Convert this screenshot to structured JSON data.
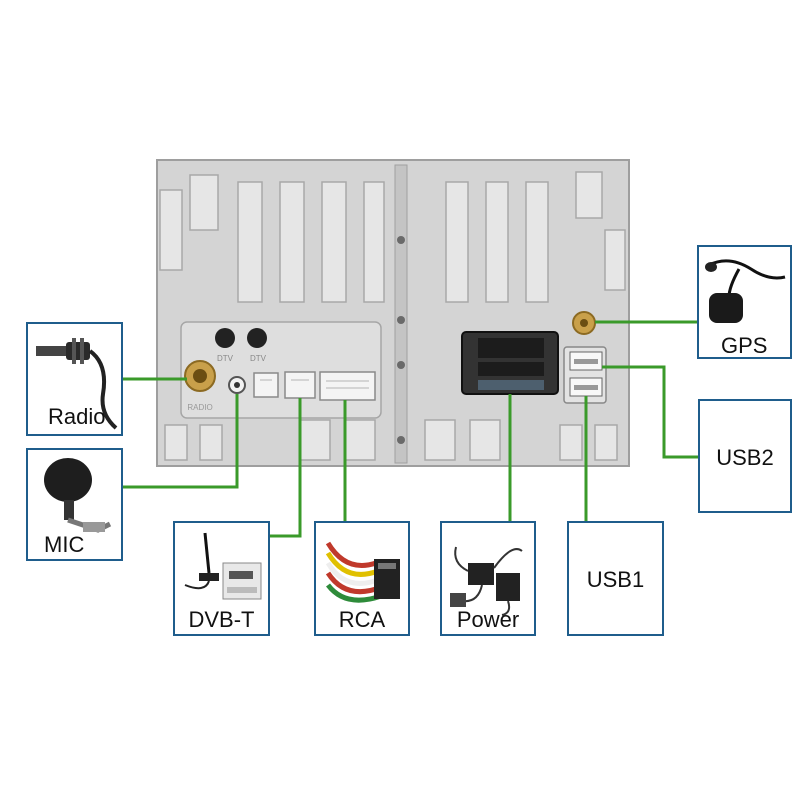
{
  "colors": {
    "line": "#3a9a2a",
    "box_border": "#1f5d8c",
    "panel": "#d6d6d6",
    "panel_dark": "#a9a9a9"
  },
  "panel": {
    "dtv_label_1": "DTV",
    "dtv_label_2": "DTV",
    "radio_port_label": "RADIO"
  },
  "components": {
    "radio": {
      "label": "Radio",
      "icon": "antenna-connector-icon"
    },
    "mic": {
      "label": "MIC",
      "icon": "microphone-icon"
    },
    "dvbt": {
      "label": "DVB-T",
      "icon": "dvbt-tuner-icon"
    },
    "rca": {
      "label": "RCA",
      "icon": "rca-cable-icon"
    },
    "power": {
      "label": "Power",
      "icon": "power-harness-icon"
    },
    "usb1": {
      "label": "USB1"
    },
    "usb2": {
      "label": "USB2"
    },
    "gps": {
      "label": "GPS",
      "icon": "gps-antenna-icon"
    }
  }
}
